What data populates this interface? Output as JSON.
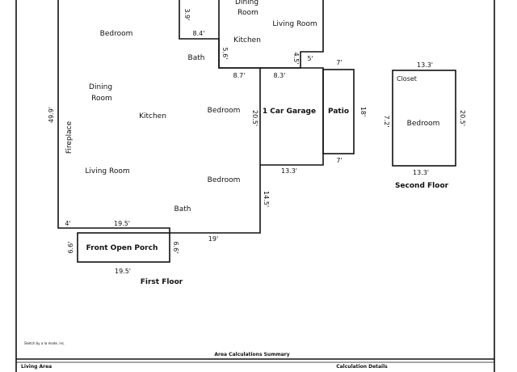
{
  "first_floor": {
    "rooms": {
      "bedroom_top": "Bedroom",
      "bath_small": "Bath",
      "dining": "Dining Room",
      "kitchen": "Kitchen",
      "fireplace": "Fireplace",
      "bedroom_mid": "Bedroom",
      "living": "Living Room",
      "bedroom_low": "Bedroom",
      "bath_main": "Bath",
      "porch": "Front Open Porch",
      "garage": "1 Car Garage",
      "patio": "Patio"
    },
    "upper_rooms": {
      "dining": "Dining Room",
      "living": "Living Room",
      "kitchen": "Kitchen"
    },
    "dims": {
      "left_height": "49.9'",
      "bottom_left": "4'",
      "bottom_width": "19.5'",
      "notch_width": "8.4'",
      "notch_height": "5.6'",
      "notch_side": "3.9'",
      "mid_width_a": "8.7'",
      "mid_width_b": "8.3'",
      "step_small": "5'",
      "upper_step": "4.5'",
      "wing_height": "20.5'",
      "wing_lower": "14.5'",
      "wing_bottom": "19'",
      "garage_width": "13.3'",
      "patio_top": "7'",
      "patio_bottom": "7'",
      "patio_height": "18'",
      "porch_height_left": "6.6'",
      "porch_height_right": "6.6'",
      "porch_width": "19.5'"
    },
    "title": "First Floor"
  },
  "second_floor": {
    "rooms": {
      "closet": "Closet",
      "bedroom": "Bedroom"
    },
    "dims": {
      "top": "13.3'",
      "bottom": "13.3'",
      "left": "7.2'",
      "right": "20.5'"
    },
    "title": "Second Floor"
  },
  "footer": {
    "credit": "Sketch by a la mode, inc.",
    "summary_header": "Area Calculations Summary",
    "details_header": "Calculation Details",
    "living_area": "Living Area"
  },
  "colors": {
    "line": "#111111",
    "background": "#ffffff"
  }
}
